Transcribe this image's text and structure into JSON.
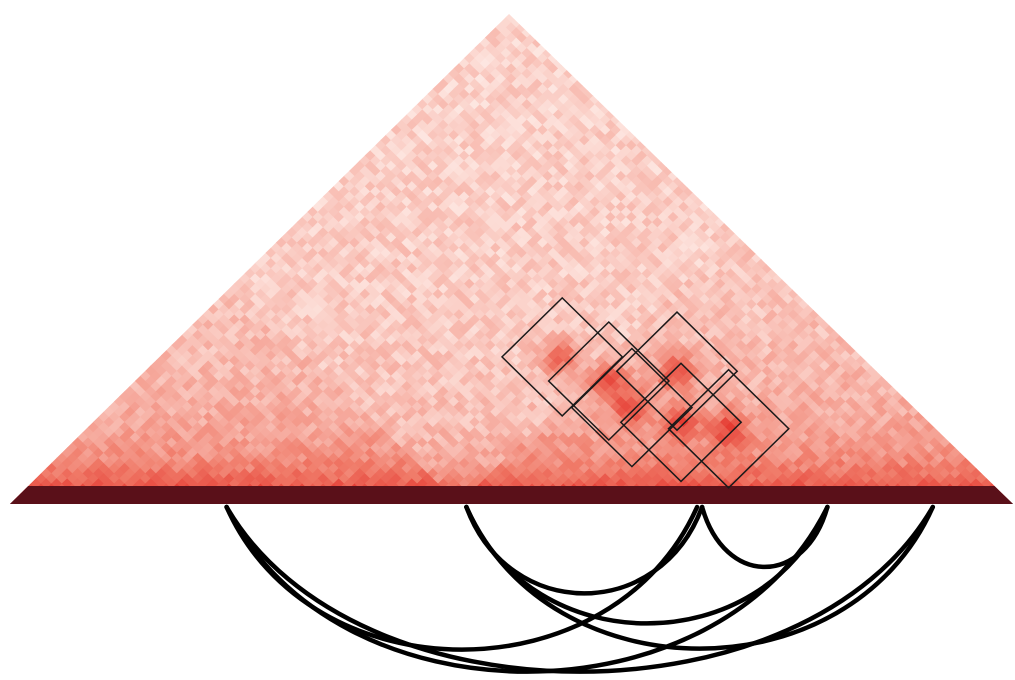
{
  "colors": {
    "background": "#ffffff",
    "heat_low": "#fff3ef",
    "heat_mid": "#f07a68",
    "heat_high": "#e22b25",
    "heat_max": "#5a1019",
    "box_stroke": "#1a1a1a",
    "arc_stroke": "#000000"
  },
  "heatmap": {
    "type": "contact-map-triangle",
    "enrichment_boxes": [
      {
        "name": "loop-box-1",
        "i": 0.53,
        "j": 0.8
      },
      {
        "name": "loop-box-2",
        "i": 0.522,
        "j": 0.718
      },
      {
        "name": "loop-box-3",
        "i": 0.401,
        "j": 0.7
      },
      {
        "name": "loop-box-4",
        "i": 0.586,
        "j": 0.752
      },
      {
        "name": "loop-box-5",
        "i": 0.472,
        "j": 0.722
      },
      {
        "name": "loop-box-6",
        "i": 0.64,
        "j": 0.793
      }
    ],
    "domains": [
      {
        "start": 0.0,
        "end": 0.45
      },
      {
        "start": 0.45,
        "end": 1.0
      }
    ]
  },
  "arcs": [
    {
      "name": "arc-1",
      "start": 0.216,
      "end": 0.685
    },
    {
      "name": "arc-2",
      "start": 0.216,
      "end": 0.815
    },
    {
      "name": "arc-3",
      "start": 0.216,
      "end": 0.92
    },
    {
      "name": "arc-4",
      "start": 0.455,
      "end": 0.69
    },
    {
      "name": "arc-5",
      "start": 0.455,
      "end": 0.815
    },
    {
      "name": "arc-6",
      "start": 0.69,
      "end": 0.815
    },
    {
      "name": "arc-7",
      "start": 0.455,
      "end": 0.92
    }
  ]
}
